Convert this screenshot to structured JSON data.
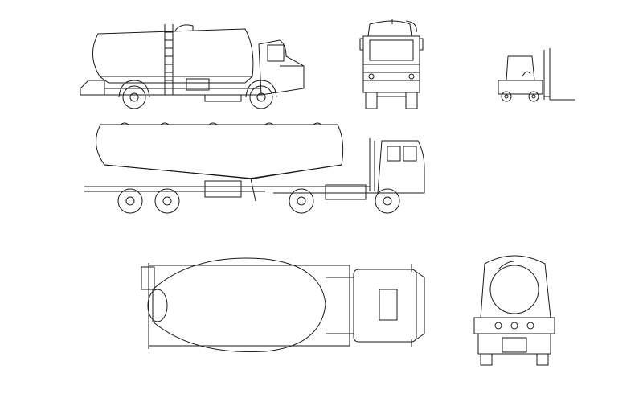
{
  "drawing": {
    "line_color": "#1a1a1a",
    "background": "#ffffff",
    "views": [
      "tanker-truck-side",
      "truck-front",
      "forklift-side",
      "semi-tanker-side",
      "mixer-truck-top",
      "tanker-rear"
    ]
  }
}
